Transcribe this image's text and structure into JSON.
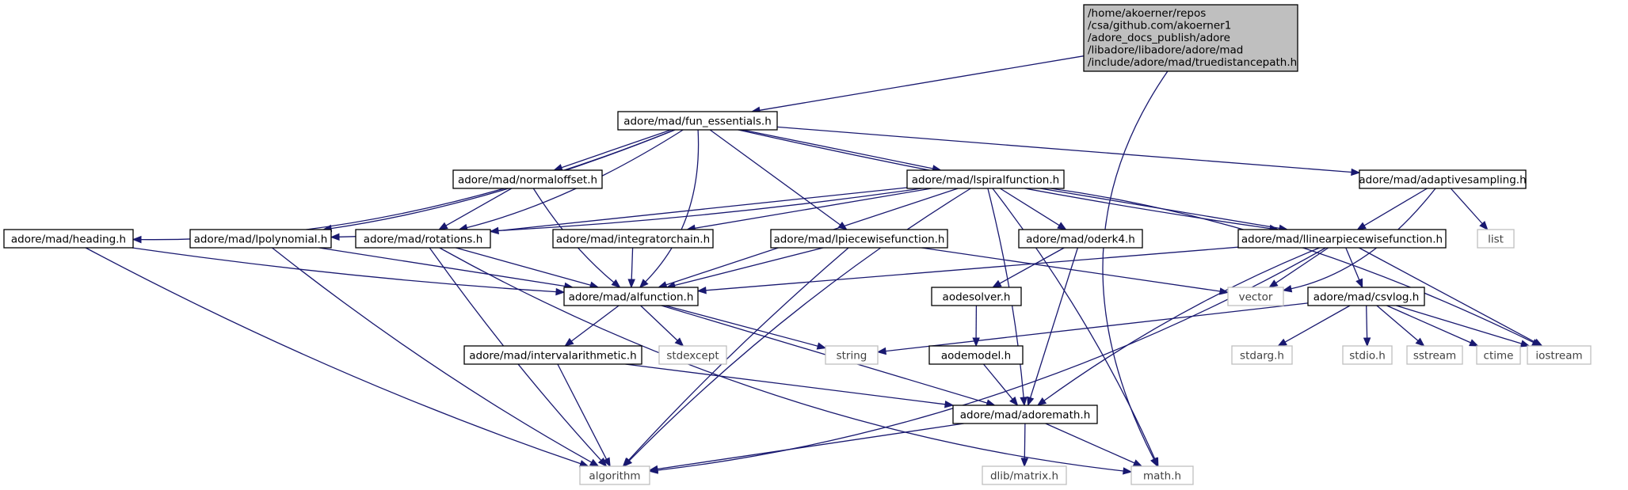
{
  "graph": {
    "root": {
      "lines": [
        "/home/akoerner/repos",
        "/csa/github.com/akoerner1",
        "/adore_docs_publish/adore",
        "/libadore/libadore/adore/mad",
        "/include/adore/mad/truedistancepath.h"
      ]
    },
    "nodes": {
      "fun_essentials": "adore/mad/fun_essentials.h",
      "normaloffset": "adore/mad/normaloffset.h",
      "lspiralfunction": "adore/mad/lspiralfunction.h",
      "adaptivesampling": "adore/mad/adaptivesampling.h",
      "heading": "adore/mad/heading.h",
      "lpolynomial": "adore/mad/lpolynomial.h",
      "rotations": "adore/mad/rotations.h",
      "integratorchain": "adore/mad/integratorchain.h",
      "lpiecewisefunction": "adore/mad/lpiecewisefunction.h",
      "oderk4": "adore/mad/oderk4.h",
      "llinearpiecewisefunction": "adore/mad/llinearpiecewisefunction.h",
      "list": "list",
      "alfunction": "adore/mad/alfunction.h",
      "vector": "vector",
      "aodesolver": "aodesolver.h",
      "csvlog": "adore/mad/csvlog.h",
      "intervalarithmetic": "adore/mad/intervalarithmetic.h",
      "stdexcept": "stdexcept",
      "string": "string",
      "aodemodel": "aodemodel.h",
      "stdarg": "stdarg.h",
      "stdio": "stdio.h",
      "sstream": "sstream",
      "ctime": "ctime",
      "iostream": "iostream",
      "adoremath": "adore/mad/adoremath.h",
      "algorithm": "algorithm",
      "dlib_matrix": "dlib/matrix.h",
      "math": "math.h"
    },
    "colors": {
      "edge": "#191970",
      "root_fill": "#bfbfbf",
      "node_border": "#000000",
      "external_border": "#bfbfbf",
      "external_text": "#404040"
    }
  }
}
